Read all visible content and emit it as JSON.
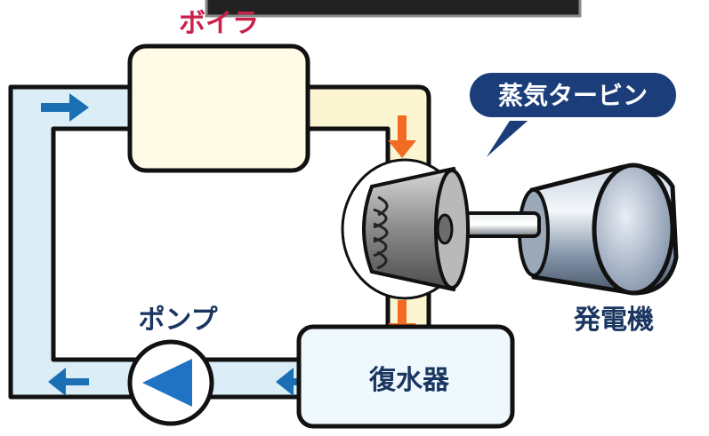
{
  "labels": {
    "boiler": "ボイラ",
    "turbine": "蒸気タービン",
    "pump": "ポンプ",
    "generator": "発電機",
    "condenser": "復水器"
  },
  "colors": {
    "outline": "#111111",
    "pipe_cold": "#dbeef8",
    "pipe_hot": "#fbf5d2",
    "box_fill": "#fffbe6",
    "condenser_fill": "#eef8fd",
    "arrow_blue": "#1a6fb5",
    "arrow_orange": "#f26b22",
    "boiler_label": "#cc1f4a",
    "callout": "#1b3d7a",
    "pump_triangle": "#1f73c2"
  },
  "icons": {
    "pump": "pump-triangle-icon",
    "arrows": "flow-arrow-icon"
  }
}
